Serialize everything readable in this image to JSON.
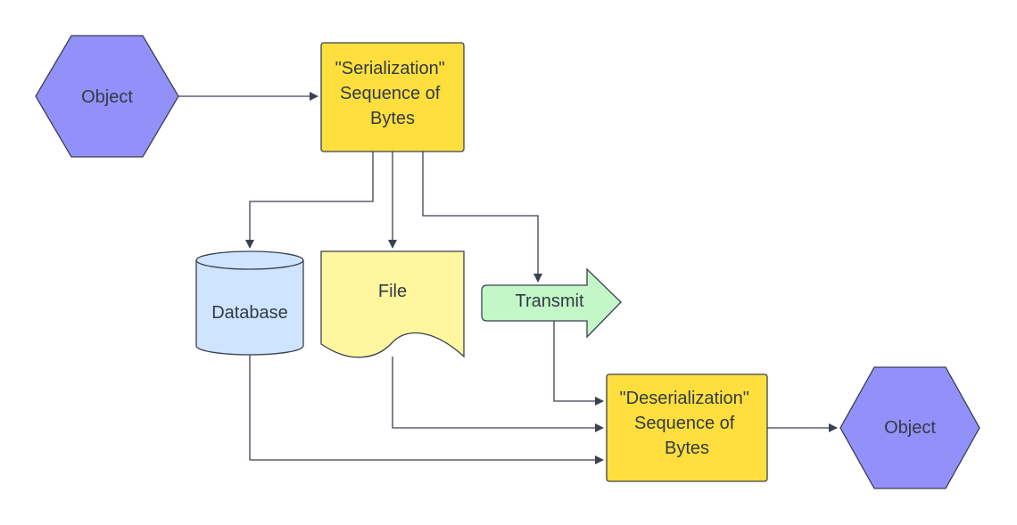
{
  "colors": {
    "hexagon": "#9291f9",
    "process": "#ffdf3e",
    "database": "#cfe4ff",
    "file": "#fff7a0",
    "transmit": "#c3f7c8",
    "stroke": "#3a4150"
  },
  "nodes": {
    "object_source": {
      "label": "Object"
    },
    "serialization": {
      "lines": [
        "\"Serialization\"",
        "Sequence of",
        "Bytes"
      ]
    },
    "database": {
      "label": "Database"
    },
    "file": {
      "label": "File"
    },
    "transmit": {
      "label": "Transmit"
    },
    "deserialization": {
      "lines": [
        "\"Deserialization\"",
        "Sequence of",
        "Bytes"
      ]
    },
    "object_target": {
      "label": "Object"
    }
  }
}
